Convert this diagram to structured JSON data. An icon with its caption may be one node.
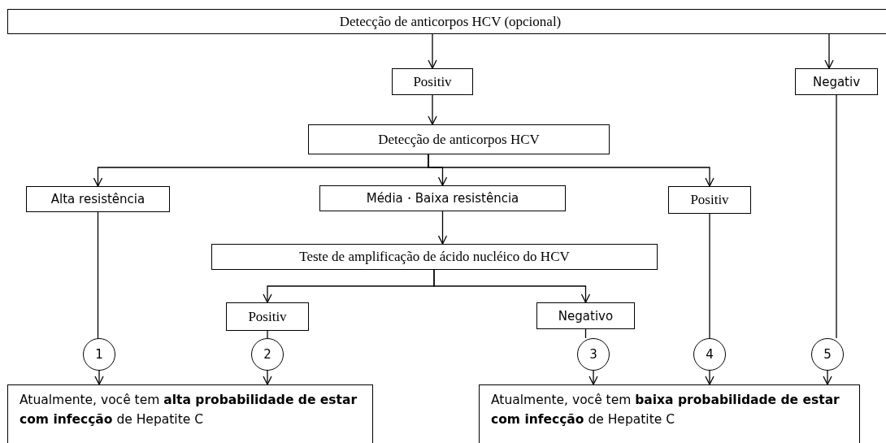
{
  "diagram": {
    "nodes": [
      {
        "text": [
          "Detecção de anticorpos HCV (opcional)"
        ]
      },
      {
        "text": [
          "Positiv"
        ]
      },
      {
        "text": [
          "Negativ"
        ]
      },
      {
        "text": [
          "Detecção de anticorpos HCV"
        ]
      },
      {
        "text": [
          "Alta resistência"
        ]
      },
      {
        "text": [
          "Média・Baixa resistência"
        ]
      },
      {
        "text": [
          "Positiv"
        ]
      },
      {
        "text": [
          "Teste de amplificação de ácido nucléico do HCV"
        ]
      },
      {
        "text": [
          "Positiv"
        ]
      },
      {
        "text": [
          "Negativo"
        ]
      },
      {
        "text": [
          "1"
        ]
      },
      {
        "text": [
          "2"
        ]
      },
      {
        "text": [
          "3"
        ]
      },
      {
        "text": [
          "4"
        ]
      },
      {
        "text": [
          "5"
        ]
      },
      {
        "text": [
          "Atualmente, você tem **alta probabilidade de estar com infecção** de Hepatite C"
        ]
      },
      {
        "text": [
          "Atualmente, você tem **baixa probabilidade de estar com infecção** de Hepatite C"
        ]
      }
    ],
    "edges": [
      {
        "from": 0,
        "to": 1,
        "arrow": "to"
      },
      {
        "from": 0,
        "to": 2,
        "arrow": "to"
      },
      {
        "from": 1,
        "to": 3,
        "arrow": "to"
      },
      {
        "from": 3,
        "to": 4,
        "arrow": "to"
      },
      {
        "from": 3,
        "to": 5,
        "arrow": "to"
      },
      {
        "from": 3,
        "to": 6,
        "arrow": "to"
      },
      {
        "from": 5,
        "to": 7,
        "arrow": "to"
      },
      {
        "from": 7,
        "to": 8,
        "arrow": "to"
      },
      {
        "from": 7,
        "to": 9,
        "arrow": "to"
      },
      {
        "from": 4,
        "to": 10,
        "arrow": "none"
      },
      {
        "from": 8,
        "to": 11,
        "arrow": "none"
      },
      {
        "from": 9,
        "to": 12,
        "arrow": "none"
      },
      {
        "from": 6,
        "to": 13,
        "arrow": "none"
      },
      {
        "from": 2,
        "to": 14,
        "arrow": "none"
      },
      {
        "from": 10,
        "to": 15,
        "arrow": "to"
      },
      {
        "from": 11,
        "to": 15,
        "arrow": "to"
      },
      {
        "from": 12,
        "to": 16,
        "arrow": "to"
      },
      {
        "from": 13,
        "to": 16,
        "arrow": "to"
      },
      {
        "from": 14,
        "to": 16,
        "arrow": "to"
      }
    ]
  }
}
